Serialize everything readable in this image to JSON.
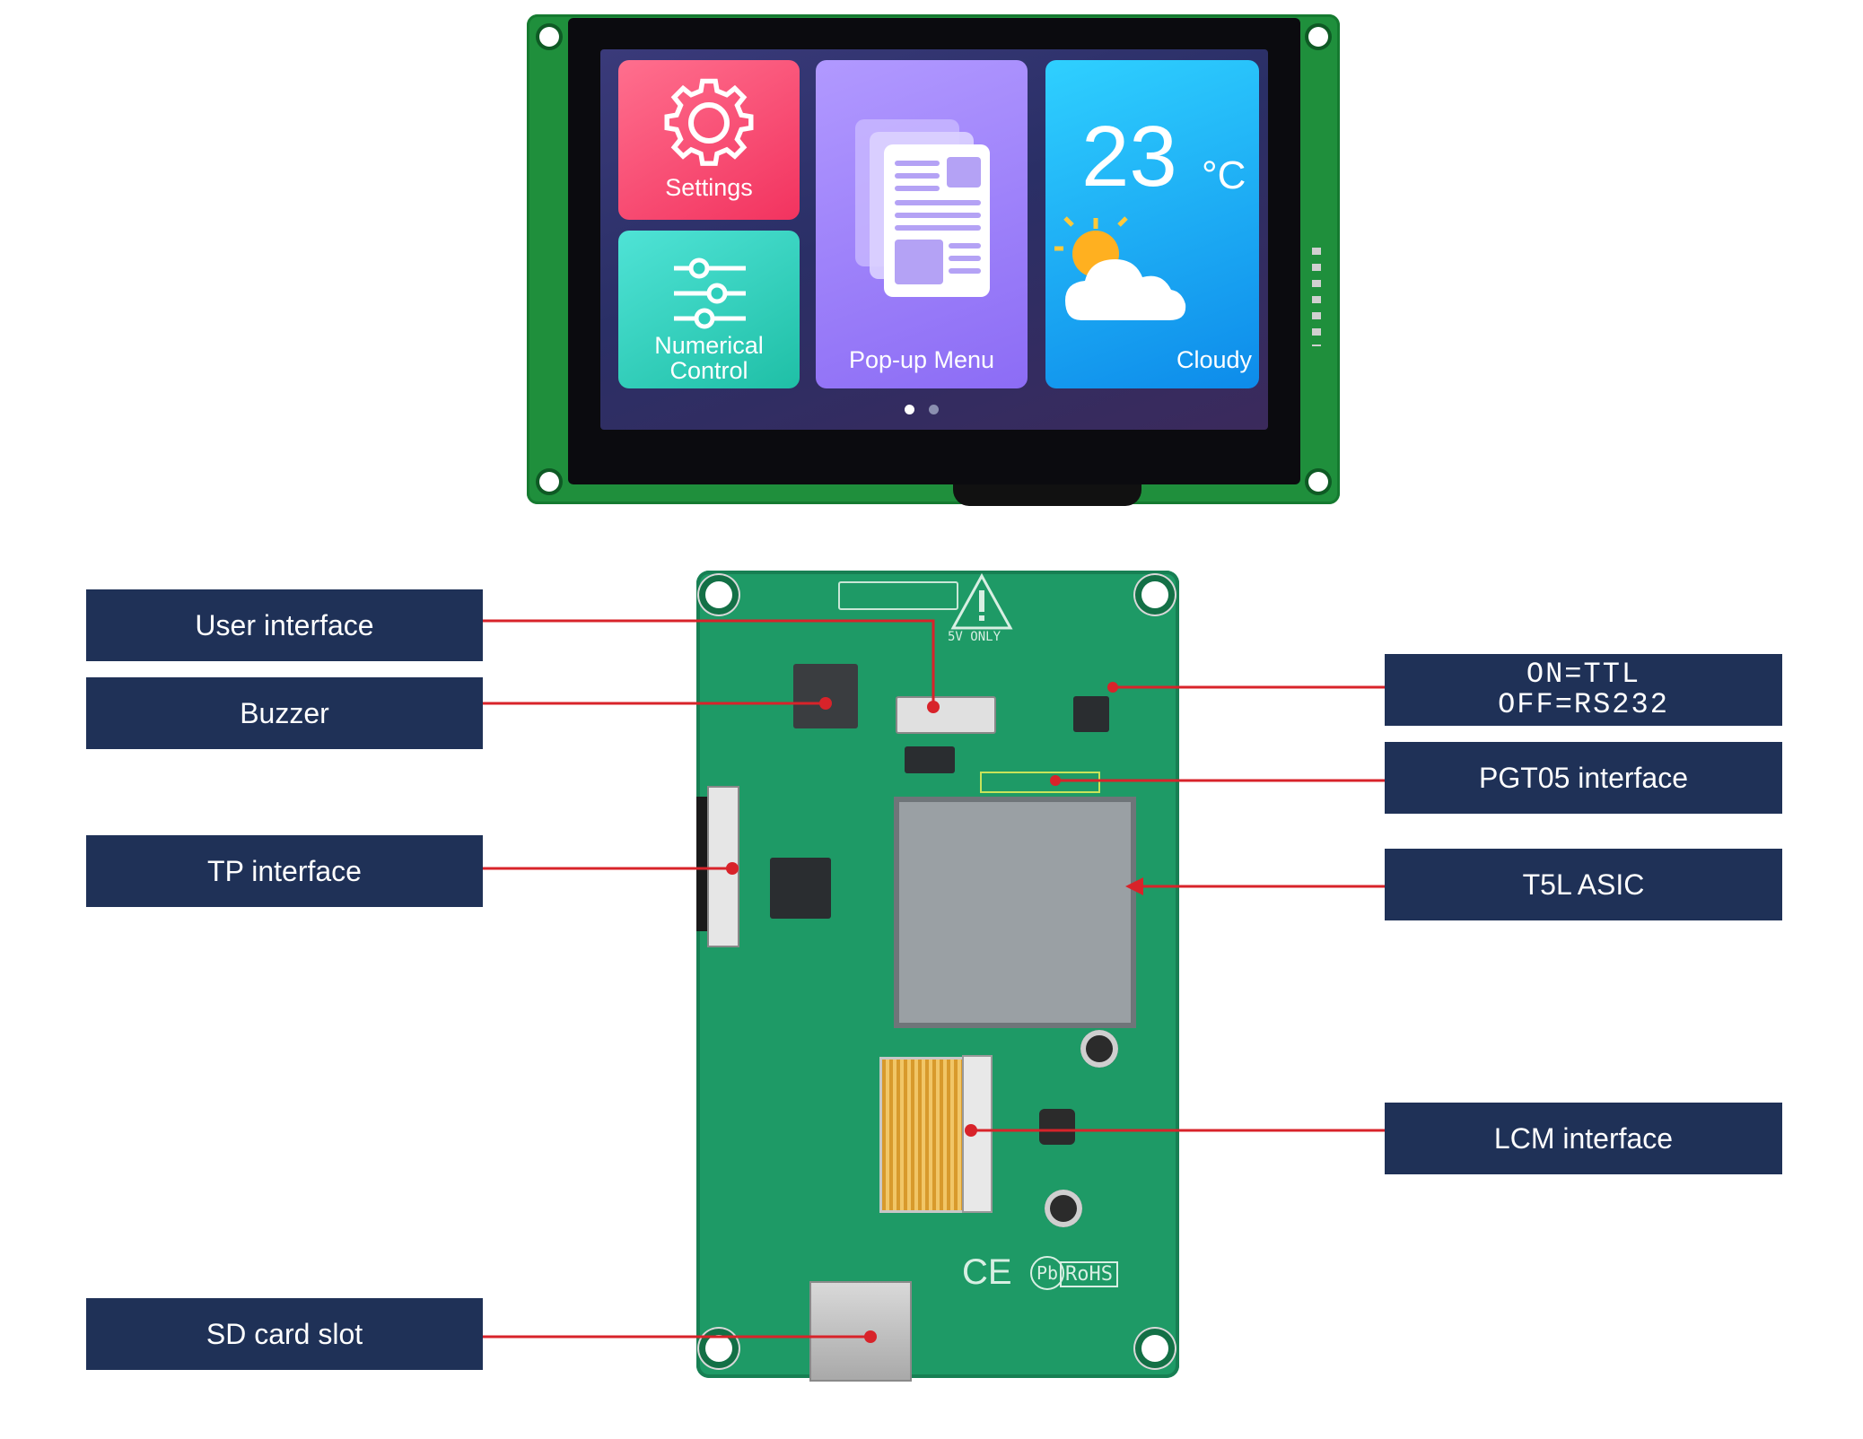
{
  "screen": {
    "tiles": {
      "settings": "Settings",
      "numerical": "Numerical Control",
      "popup": "Pop-up Menu",
      "weather_condition": "Cloudy",
      "temperature": "23",
      "temperature_unit": "°C"
    },
    "page_indicator": {
      "pages": 2,
      "active": 1
    }
  },
  "board": {
    "silkscreen": {
      "warning": "5V ONLY",
      "rohs": "RoHS",
      "ce": "CE",
      "pb": "Pb"
    }
  },
  "labels": {
    "user_interface": "User interface",
    "buzzer": "Buzzer",
    "tp_interface": "TP interface",
    "sd_card_slot": "SD card slot",
    "ttl_line1": "ON=TTL",
    "ttl_line2": "OFF=RS232",
    "pgt05_interface": "PGT05 interface",
    "t5l_asic": "T5L ASIC",
    "lcm_interface": "LCM interface"
  },
  "colors": {
    "label_bg": "#1f3157",
    "leader_line": "#d8232a",
    "pcb_green": "#1e9a66"
  }
}
